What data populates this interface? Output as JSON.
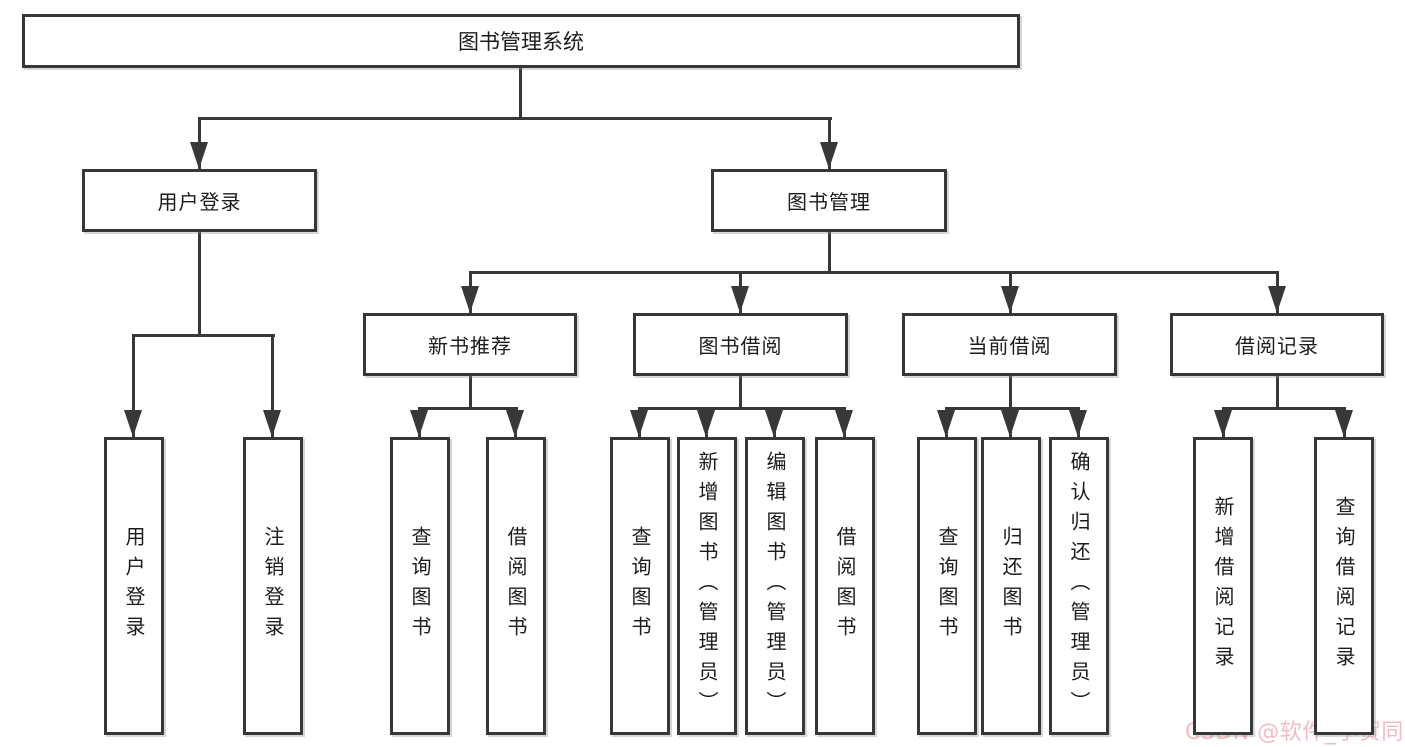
{
  "diagram": {
    "title": "图书管理系统",
    "watermark": "CSDN @软件_小贺同学",
    "colors": {
      "line": "#383838",
      "box_border": "#373737",
      "text": "#1c1c1c",
      "watermark": "#f2bcc0",
      "background": "#ffffff"
    },
    "nodes": {
      "root": {
        "label": "图书管理系统"
      },
      "level2": [
        {
          "id": "user-login",
          "label": "用户登录"
        },
        {
          "id": "book-management",
          "label": "图书管理"
        }
      ],
      "level3": [
        {
          "id": "new-book-recommend",
          "label": "新书推荐"
        },
        {
          "id": "book-borrowing",
          "label": "图书借阅"
        },
        {
          "id": "current-borrowing",
          "label": "当前借阅"
        },
        {
          "id": "borrowing-records",
          "label": "借阅记录"
        }
      ],
      "leaves": {
        "user_login": [
          {
            "label": "用户登录"
          },
          {
            "label": "注销登录"
          }
        ],
        "new_book_recommend": [
          {
            "label": "查询图书"
          },
          {
            "label": "借阅图书"
          }
        ],
        "book_borrowing": [
          {
            "label": "查询图书"
          },
          {
            "label": "新增图书（管理员）"
          },
          {
            "label": "编辑图书（管理员）"
          },
          {
            "label": "借阅图书"
          }
        ],
        "current_borrowing": [
          {
            "label": "查询图书"
          },
          {
            "label": "归还图书"
          },
          {
            "label": "确认归还（管理员）"
          }
        ],
        "borrowing_records": [
          {
            "label": "新增借阅记录"
          },
          {
            "label": "查询借阅记录"
          }
        ]
      }
    }
  }
}
